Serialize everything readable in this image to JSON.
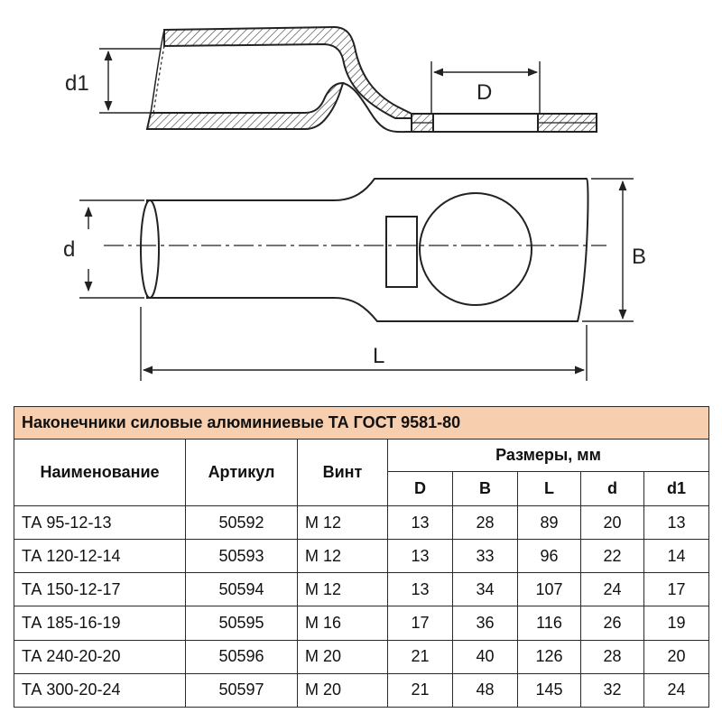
{
  "drawing": {
    "labels": {
      "d1": "d1",
      "D": "D",
      "d": "d",
      "B": "B",
      "L": "L"
    }
  },
  "table": {
    "title": "Наконечники силовые алюминиевые ТА ГОСТ 9581-80",
    "headers": {
      "name": "Наименование",
      "article": "Артикул",
      "screw": "Винт",
      "sizes": "Размеры, мм"
    },
    "size_headers": [
      "D",
      "B",
      "L",
      "d",
      "d1"
    ],
    "rows": [
      {
        "name": "ТА 95-12-13",
        "article": "50592",
        "screw": "М 12",
        "D": "13",
        "B": "28",
        "L": "89",
        "d": "20",
        "d1": "13"
      },
      {
        "name": "ТА 120-12-14",
        "article": "50593",
        "screw": "М 12",
        "D": "13",
        "B": "33",
        "L": "96",
        "d": "22",
        "d1": "14"
      },
      {
        "name": "ТА 150-12-17",
        "article": "50594",
        "screw": "М 12",
        "D": "13",
        "B": "34",
        "L": "107",
        "d": "24",
        "d1": "17"
      },
      {
        "name": "ТА 185-16-19",
        "article": "50595",
        "screw": "М 16",
        "D": "17",
        "B": "36",
        "L": "116",
        "d": "26",
        "d1": "19"
      },
      {
        "name": "ТА 240-20-20",
        "article": "50596",
        "screw": "М 20",
        "D": "21",
        "B": "40",
        "L": "126",
        "d": "28",
        "d1": "20"
      },
      {
        "name": "ТА 300-20-24",
        "article": "50597",
        "screw": "М 20",
        "D": "21",
        "B": "48",
        "L": "145",
        "d": "32",
        "d1": "24"
      }
    ]
  }
}
